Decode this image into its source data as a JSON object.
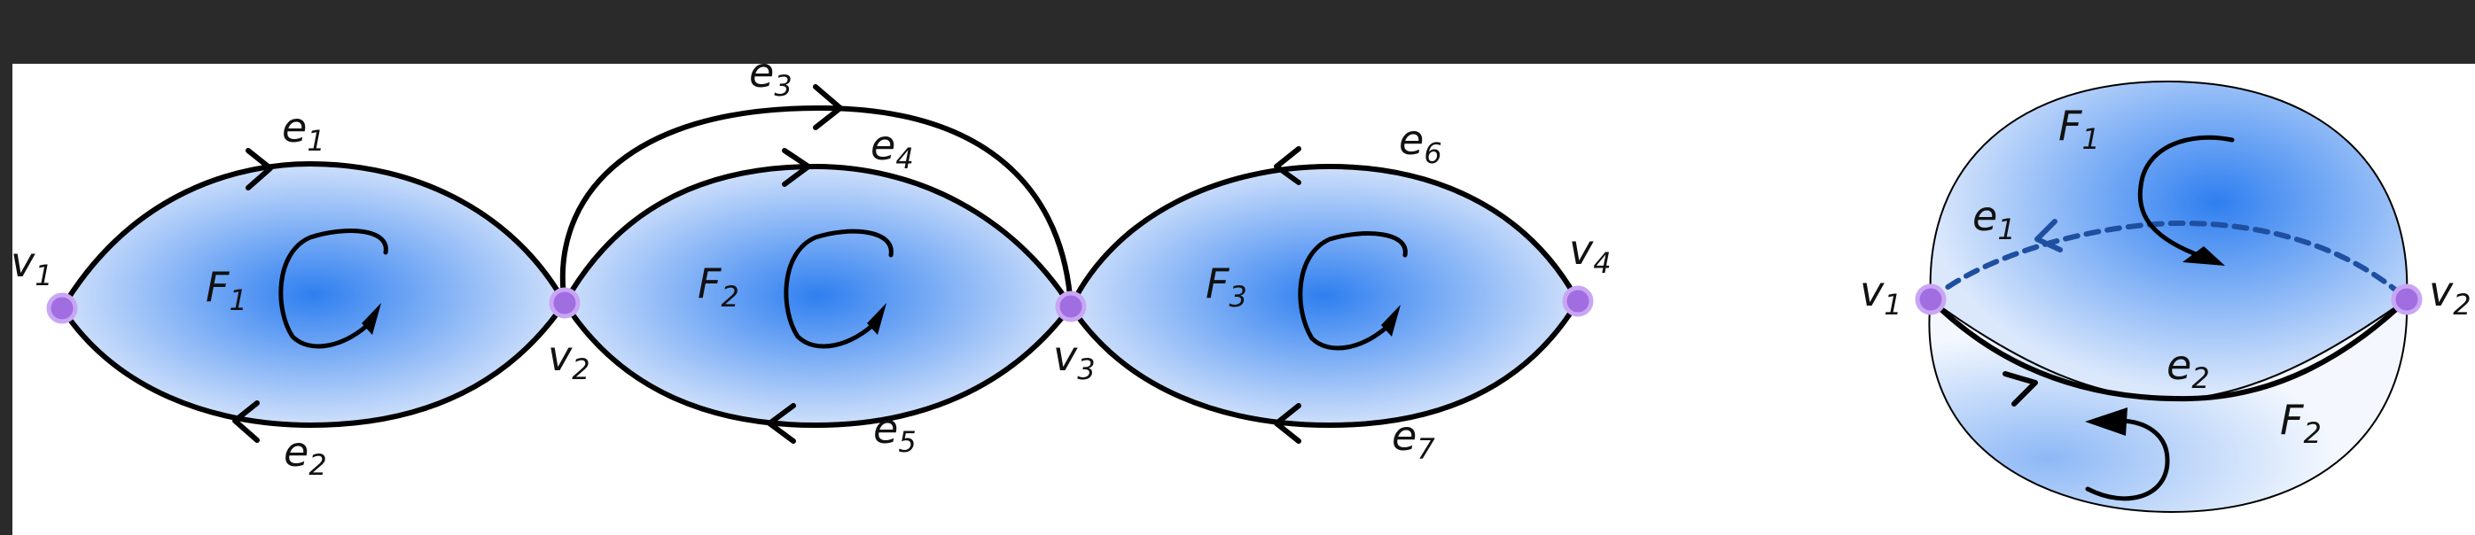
{
  "left_diagram": {
    "vertices": [
      {
        "id": "v1",
        "base": "v",
        "sub": "1"
      },
      {
        "id": "v2",
        "base": "v",
        "sub": "2"
      },
      {
        "id": "v3",
        "base": "v",
        "sub": "3"
      },
      {
        "id": "v4",
        "base": "v",
        "sub": "4"
      }
    ],
    "edges": [
      {
        "id": "e1",
        "base": "e",
        "sub": "1"
      },
      {
        "id": "e2",
        "base": "e",
        "sub": "2"
      },
      {
        "id": "e3",
        "base": "e",
        "sub": "3"
      },
      {
        "id": "e4",
        "base": "e",
        "sub": "4"
      },
      {
        "id": "e5",
        "base": "e",
        "sub": "5"
      },
      {
        "id": "e6",
        "base": "e",
        "sub": "6"
      },
      {
        "id": "e7",
        "base": "e",
        "sub": "7"
      }
    ],
    "faces": [
      {
        "id": "F1",
        "base": "F",
        "sub": "1"
      },
      {
        "id": "F2",
        "base": "F",
        "sub": "2"
      },
      {
        "id": "F3",
        "base": "F",
        "sub": "3"
      }
    ]
  },
  "right_diagram": {
    "vertices": [
      {
        "id": "v1",
        "base": "v",
        "sub": "1"
      },
      {
        "id": "v2",
        "base": "v",
        "sub": "2"
      }
    ],
    "edges": [
      {
        "id": "e1",
        "base": "e",
        "sub": "1"
      },
      {
        "id": "e2",
        "base": "e",
        "sub": "2"
      }
    ],
    "faces": [
      {
        "id": "F1",
        "base": "F",
        "sub": "1"
      },
      {
        "id": "F2",
        "base": "F",
        "sub": "2"
      }
    ]
  },
  "colors": {
    "face_center": "#2f7ff0",
    "face_edge": "#cfe0fb",
    "vertex_fill": "#a06ee0",
    "top_bar": "#2a2a2a",
    "canvas": "#ffffff"
  }
}
